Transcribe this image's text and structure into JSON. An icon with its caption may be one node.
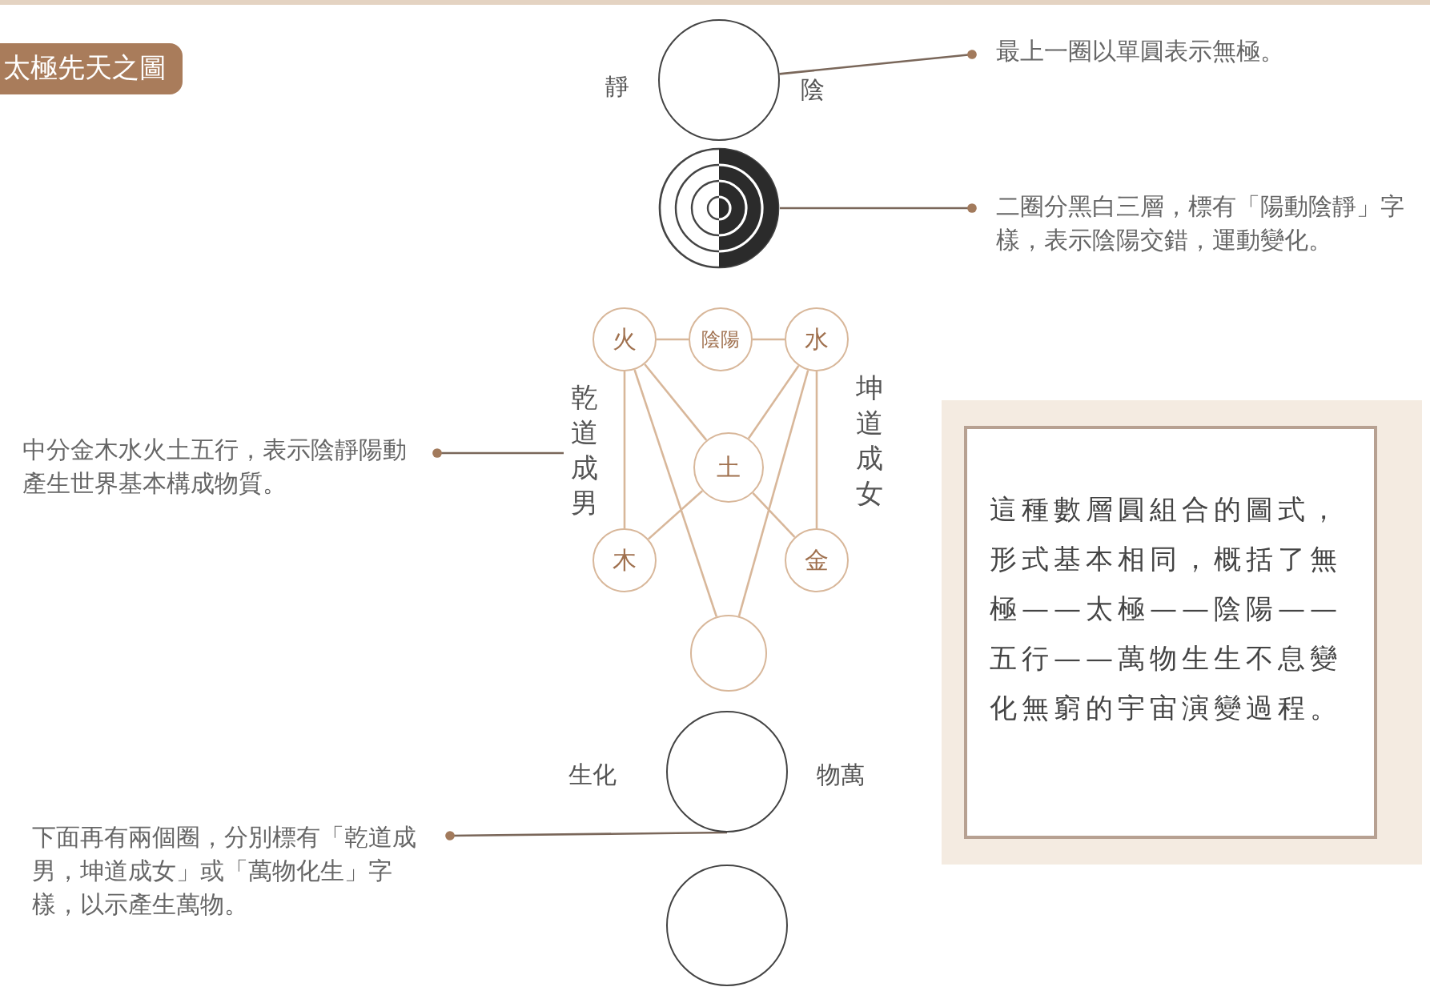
{
  "diagram": {
    "title": "太極先天之圖",
    "nodes": [
      {
        "text": [],
        "shape": "circle",
        "beside": [
          "靜",
          "陰"
        ]
      },
      {
        "text": [
          "最上一圈以單圓表示無極。"
        ]
      },
      {
        "text": [],
        "shape": "circle"
      },
      {
        "text": [
          "二圈分黑白三層，標有「陽動陰靜」字樣，表示陰陽交錯，運動變化。"
        ]
      },
      {
        "text": [
          "火"
        ]
      },
      {
        "text": [
          "陰陽"
        ]
      },
      {
        "text": [
          "水"
        ]
      },
      {
        "text": [
          "乾道成男"
        ]
      },
      {
        "text": [
          "坤道成女"
        ]
      },
      {
        "text": [
          "中分金木水火土五行，表示陰靜陽動產生世界基本構成物質。"
        ]
      },
      {
        "text": [
          "土"
        ]
      },
      {
        "text": [
          "木"
        ]
      },
      {
        "text": [
          "金"
        ]
      },
      {
        "text": [],
        "shape": "circle"
      },
      {
        "text": [
          "這種數層圓組合的圖式，形式基本相同，概括了無極——太極——陰陽——五行——萬物生生不息變化無窮的宇宙演變過程。"
        ]
      },
      {
        "text": [],
        "shape": "circle",
        "beside": [
          "生化",
          "物萬"
        ]
      },
      {
        "text": [],
        "shape": "circle"
      },
      {
        "text": [
          "下面再有兩個圈，分別標有「乾道成男，坤道成女」或「萬物化生」字樣，以示產生萬物。"
        ]
      }
    ],
    "edges": [
      {
        "from": 1,
        "to": 0,
        "arrow": "other",
        "color": "#7a675a"
      },
      {
        "from": 3,
        "to": 2,
        "arrow": "other",
        "color": "#7a675a"
      },
      {
        "from": 4,
        "to": 5,
        "arrow": "none"
      },
      {
        "from": 5,
        "to": 6,
        "arrow": "none"
      },
      {
        "from": 4,
        "to": 11,
        "arrow": "none"
      },
      {
        "from": 6,
        "to": 12,
        "arrow": "none"
      },
      {
        "from": 4,
        "to": 10,
        "arrow": "none"
      },
      {
        "from": 6,
        "to": 10,
        "arrow": "none"
      },
      {
        "from": 10,
        "to": 11,
        "arrow": "none"
      },
      {
        "from": 10,
        "to": 12,
        "arrow": "none"
      },
      {
        "from": 4,
        "to": 13,
        "arrow": "none"
      },
      {
        "from": 6,
        "to": 13,
        "arrow": "none"
      },
      {
        "from": 9,
        "to": 7,
        "arrow": "other",
        "color": "#7a675a"
      },
      {
        "from": 17,
        "to": 15,
        "arrow": "other",
        "color": "#7a675a"
      }
    ]
  }
}
